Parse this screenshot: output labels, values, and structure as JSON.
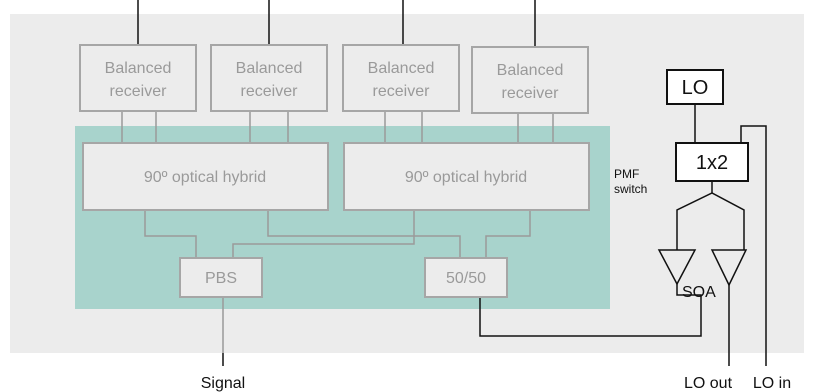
{
  "receivers": [
    {
      "line1": "Balanced",
      "line2": "receiver"
    },
    {
      "line1": "Balanced",
      "line2": "receiver"
    },
    {
      "line1": "Balanced",
      "line2": "receiver"
    },
    {
      "line1": "Balanced",
      "line2": "receiver"
    }
  ],
  "hybrids": [
    {
      "label": "90º optical hybrid"
    },
    {
      "label": "90º optical hybrid"
    }
  ],
  "pbs": {
    "label": "PBS"
  },
  "splitter": {
    "label": "50/50"
  },
  "lo_box": {
    "label": "LO"
  },
  "switch_box": {
    "label": "1x2"
  },
  "pmf_label": {
    "line1": "PMF",
    "line2": "switch"
  },
  "soa_label": "SOA",
  "signal_label": "Signal",
  "lo_out_label": "LO out",
  "lo_in_label": "LO in",
  "colors": {
    "panel_bg": "#ececec",
    "teal_region": "#a8d3cc",
    "box_fill": "#ececec",
    "box_stroke": "#a6a6a6",
    "box_text": "#9a9a9a",
    "gray_line": "#9a9a9a",
    "black_line": "#111111"
  }
}
